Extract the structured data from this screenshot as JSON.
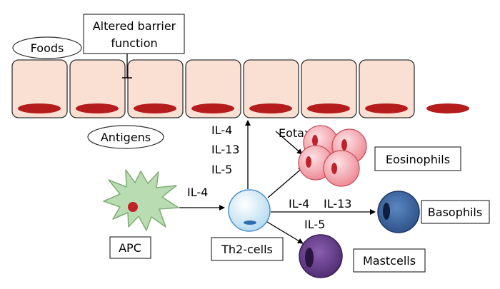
{
  "labels": {
    "foods": "Foods",
    "barrier_line1": "Altered barrier",
    "barrier_line2": "function",
    "antigens": "Antigens",
    "il4_vertical": "IL-4",
    "il13_vertical": "IL-13",
    "il5_vertical": "IL-5",
    "eotaxin": "Eotaxin",
    "eosinophils": "Eosinophils",
    "apc": "APC",
    "il4_apc": "IL-4",
    "th2": "Th2-cells",
    "il4_baso": "IL-4",
    "il13_baso": "IL-13",
    "il5_baso": "IL-5",
    "basophils": "Basophils",
    "mastcells": "Mastcells"
  },
  "colors": {
    "epithelium_fill": "#f9e0d3",
    "nucleus": "#b51d1d",
    "apc_fill": "#b9dcb2",
    "apc_stroke": "#7fae74",
    "th2_fill": "#d7ecf8",
    "eosinophil_fill": "#f4a5ad",
    "eosinophil_nucleus": "#c0222a",
    "basophil_fill": "#3f6aa8",
    "mastcell_fill": "#6a3f8e"
  }
}
